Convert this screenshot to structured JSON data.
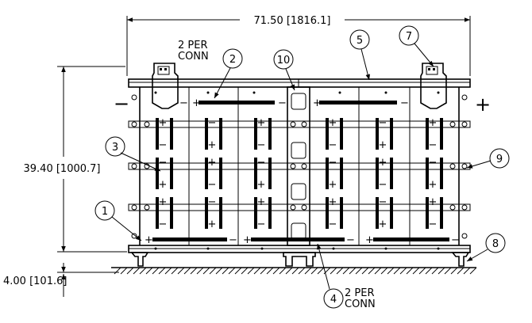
{
  "dimensions": {
    "width_label": "71.50 [1816.1]",
    "height_label": "39.40 [1000.7]",
    "base_height_label": "4.00 [101.6]"
  },
  "notes": {
    "top_left_line1": "2 PER",
    "top_left_line2": "CONN",
    "bottom_line1": "2 PER",
    "bottom_line2": "CONN"
  },
  "terminals": {
    "negative": "−",
    "positive": "+"
  },
  "callouts": [
    {
      "id": "1",
      "label": "1"
    },
    {
      "id": "2",
      "label": "2"
    },
    {
      "id": "3",
      "label": "3"
    },
    {
      "id": "4",
      "label": "4"
    },
    {
      "id": "5",
      "label": "5"
    },
    {
      "id": "7",
      "label": "7"
    },
    {
      "id": "8",
      "label": "8"
    },
    {
      "id": "9",
      "label": "9"
    },
    {
      "id": "10",
      "label": "10"
    }
  ]
}
